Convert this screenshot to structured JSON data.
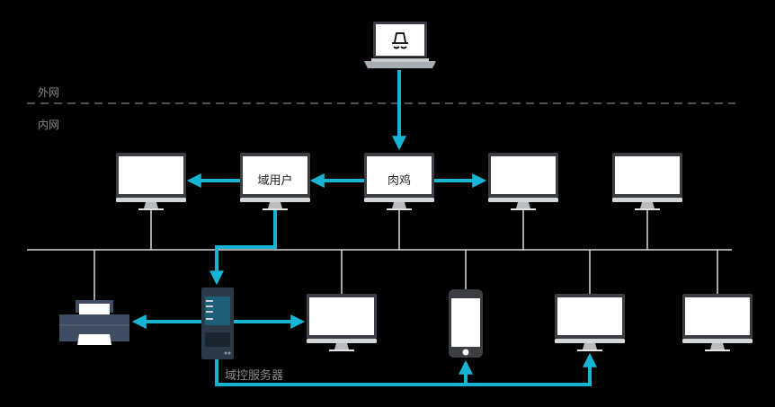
{
  "zones": {
    "external": "外网",
    "internal": "内网"
  },
  "nodes": {
    "attacker": {
      "label": "",
      "icon": "hacker-laptop-icon"
    },
    "compromised_host": {
      "label": "肉鸡"
    },
    "domain_user": {
      "label": "域用户"
    },
    "domain_controller": {
      "label": "域控服务器"
    }
  },
  "colors": {
    "background": "#000000",
    "arrow": "#16b3d2",
    "network_line": "#d8d8d8",
    "monitor_bezel": "#3b3f44",
    "monitor_screen": "#ffffff",
    "monitor_stand": "#c9ccd1",
    "server_body": "#2b3a48",
    "printer_body": "#3e4d63"
  }
}
